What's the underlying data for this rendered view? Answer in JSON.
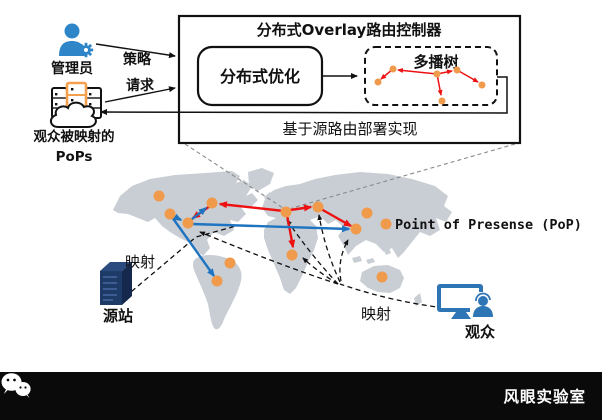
{
  "diagram": {
    "controller_box": {
      "title": "分布式Overlay路由控制器",
      "optimizer": "分布式优化",
      "multicast_tree": "多播树",
      "deployment": "基于源路由部署实现"
    },
    "left_panel": {
      "admin_label": "管理员",
      "policy_label": "策略",
      "request_label": "请求",
      "pops_caption_line1": "观众被映射的",
      "pops_caption_line2": "PoPs"
    },
    "map": {
      "legend_label": "Point of Presense (PoP)"
    },
    "origin_site": {
      "label": "源站",
      "mapping_label": "映射"
    },
    "viewers": {
      "label": "观众",
      "mapping_label": "映射"
    },
    "footer": {
      "brand": "风眼实验室"
    },
    "icons": {
      "admin": "admin-user-gear-icon",
      "pops": "server-cluster-cloud-icon",
      "origin": "server-tower-icon",
      "viewer": "monitor-user-icon",
      "footer_logo": "wechat-logo-icon"
    },
    "colors": {
      "pop_dot": "#F09A4C",
      "route_red": "#ED1111",
      "route_blue": "#1E74C0",
      "admin_blue": "#2E86C8",
      "viewer_blue": "#2E75B6",
      "origin_navy": "#1E3A66",
      "map_land": "#C9CED4",
      "footer_bg": "#0a0a0a"
    }
  }
}
